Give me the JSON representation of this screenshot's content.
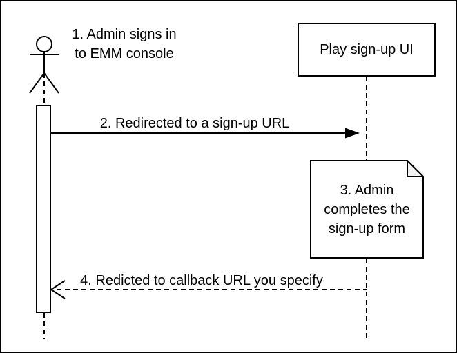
{
  "colors": {
    "stroke": "#000000",
    "fill": "#ffffff",
    "fold": "#f2f2f2",
    "text": "#000000",
    "background": "#ffffff"
  },
  "labels": {
    "step1": "1. Admin signs in\nto EMM console",
    "step2": "2. Redirected to a sign-up URL",
    "step3": "3. Admin\ncompletes the\nsign-up form",
    "step4": "4. Redicted to callback URL you specify",
    "play_ui": "Play sign-up UI"
  },
  "diagram": {
    "type": "sequence-diagram",
    "participants": [
      {
        "id": "admin",
        "shape": "actor-stick-figure",
        "has_activation_bar": true
      },
      {
        "id": "play-signup-ui",
        "shape": "rectangle",
        "label": "Play sign-up UI"
      }
    ],
    "messages": [
      {
        "order": 1,
        "text": "1. Admin signs in\nto EMM console",
        "kind": "annotation",
        "near": "admin"
      },
      {
        "order": 2,
        "text": "2. Redirected to a sign-up URL",
        "from": "admin",
        "to": "play-signup-ui",
        "line": "solid",
        "arrowhead": "filled-triangle"
      },
      {
        "order": 3,
        "text": "3. Admin\ncompletes the\nsign-up form",
        "kind": "note-with-folded-corner",
        "on": "play-signup-ui"
      },
      {
        "order": 4,
        "text": "4. Redicted to callback URL you specify",
        "from": "play-signup-ui",
        "to": "admin",
        "line": "dashed",
        "arrowhead": "open"
      }
    ]
  }
}
